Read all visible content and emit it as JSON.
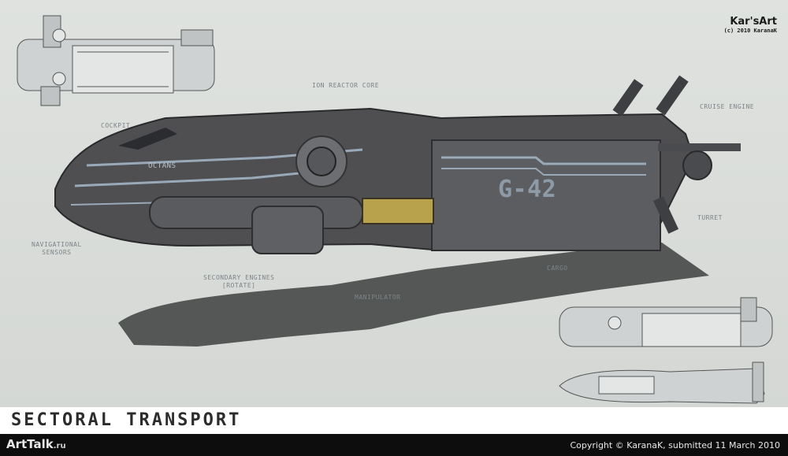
{
  "brand": {
    "logo": "Kar'sArt",
    "copyright": "(c) 2010 KaranaK"
  },
  "labels": {
    "ion_reactor_core": "ION REACTOR CORE",
    "cockpit": "COCKPIT",
    "cruise_engine": "CRUISE ENGINE",
    "turret": "TURRET",
    "navigational_sensors_1": "NAVIGATIONAL",
    "navigational_sensors_2": "SENSORS",
    "secondary_engines_1": "SECONDARY ENGINES",
    "secondary_engines_2": "[ROTATE]",
    "cargo": "CARGO",
    "manipulator": "MANIPULATOR"
  },
  "hull_text": {
    "name": "OCTANS",
    "code": "G-42"
  },
  "title": "SECTORAL TRANSPORT",
  "footer": {
    "site_logo": "ArtTalk",
    "site_suffix": ".ru",
    "copyright": "Copyright © KaranaK, submitted 11 March 2010"
  }
}
